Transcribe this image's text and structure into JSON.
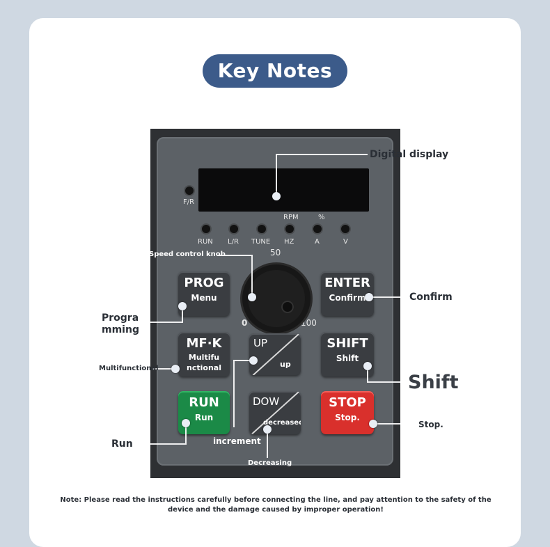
{
  "title": "Key Notes",
  "panel": {
    "fr_label": "F/R",
    "indicators": [
      "RUN",
      "L/R",
      "TUNE",
      "HZ",
      "A",
      "V"
    ],
    "group_rpm": "RPM",
    "group_pct": "%",
    "knob_min": "0",
    "knob_mid": "50",
    "knob_max": "100"
  },
  "keys": {
    "prog": {
      "main": "PROG",
      "sub": "Menu"
    },
    "enter": {
      "main": "ENTER",
      "sub": "Confirm"
    },
    "mfk": {
      "main": "MF·K",
      "sub": "Multifu nctional"
    },
    "shift": {
      "main": "SHIFT",
      "sub": "Shift"
    },
    "up": {
      "main": "UP",
      "sub": "up"
    },
    "down": {
      "main": "DOW",
      "sub": "decreased"
    },
    "run": {
      "main": "RUN",
      "sub": "Run"
    },
    "stop": {
      "main": "STOP",
      "sub": "Stop."
    }
  },
  "callouts": {
    "digital_display": "Digital display",
    "speed_knob": "Speed control knob",
    "confirm": "Confirm",
    "programming": "Progra\nmming",
    "multifunctional": "Multifunctional",
    "shift": "Shift",
    "increment": "increment",
    "run": "Run",
    "decreasing": "Decreasing",
    "stop": "Stop."
  },
  "note": "Note: Please read the instructions carefully before connecting the line, and pay attention to the safety of the device and the damage caused by improper operation!"
}
